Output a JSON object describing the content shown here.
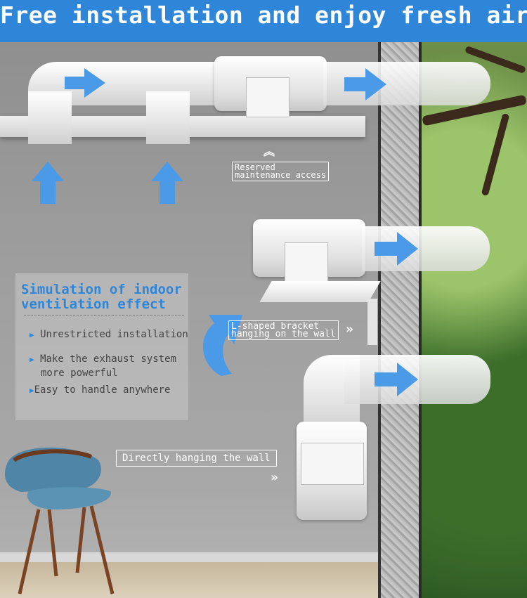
{
  "banner": {
    "title": "Free installation and enjoy fresh air",
    "color": "#2f86d9"
  },
  "callouts": {
    "maintenance": "Reserved\nmaintenance access",
    "bracket": "L-shaped bracket\nhanging on the wall",
    "direct": "Directly hanging the wall"
  },
  "info_box": {
    "title_line1": "Simulation of indoor",
    "title_line2": "ventilation effect",
    "bullets": [
      "Unrestricted installation",
      "Make the exhaust system",
      "more powerful",
      "Easy to handle anywhere"
    ]
  },
  "icons": {
    "arrow_color": "#4a9ae8",
    "chevron": "»",
    "double_up": "︽"
  }
}
